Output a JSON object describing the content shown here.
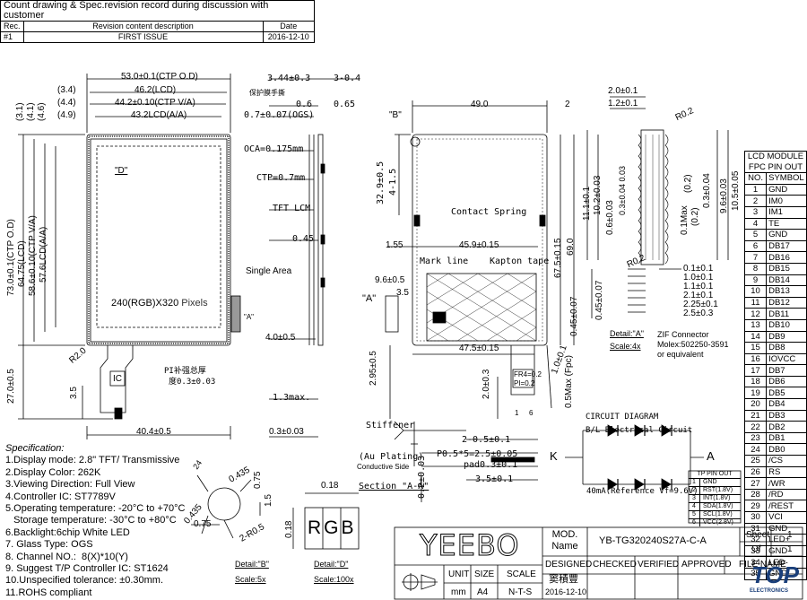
{
  "revision": {
    "title": "Count drawing & Spec.revision record during discussion with customer",
    "headers": [
      "Rec.",
      "Revision content description",
      "Date"
    ],
    "row": [
      "#1",
      "FIRST ISSUE",
      "2016-12-10"
    ]
  },
  "front_view": {
    "dims": [
      "53.0±0.1(CTP O.D)",
      "(3.4)",
      "46.2(LCD)",
      "(4.4)",
      "44.2±0.10(CTP V/A)",
      "(4.9)",
      "43.2LCD(A/A)",
      "(3.1)",
      "(4.1)",
      "(4.6)",
      "73.0±0.1(CTP O.D)",
      "64.75(LCD)",
      "58.6±0.10(CTP V/A)",
      "57.6LCD(A/A)",
      "27.0±0.5",
      "3.5",
      "40.4±0.5",
      "R2.0"
    ],
    "resolution": "240(RGB)X320",
    "pixels": "Pixels",
    "detail_d": "\"D\"",
    "ic": "IC",
    "pi_note_1": "PI补强总厚",
    "pi_note_2": "度0.3±0.03",
    "a_label": "\"A\""
  },
  "side_view": {
    "dims": [
      "3.44±0.3",
      "3-0.4",
      "0.6",
      "0.65",
      "0.7±0.07(OGS)",
      "OCA=0.175mm",
      "CTP=0.7mm",
      "TFT LCM",
      "0.45",
      "Single Area",
      "4.0±0.5",
      "1.3max.",
      "0.3±0.03"
    ],
    "protect_film": "保护膜手撕"
  },
  "back_view": {
    "dims": [
      "\"B\"",
      "49.0",
      "2",
      "32.9±0.5",
      "4-1.5",
      "Contact Spring",
      "1.55",
      "45.9±0.15",
      "67.5±0.15",
      "69.0",
      "Mark line",
      "Kapton tape",
      "9.6±0.5",
      "3.5",
      "\"A\"",
      "0.45±0.07",
      "47.5±0.15",
      "2.95±0.5",
      "2.0±0.3",
      "1.0±0.1",
      "0.5Max (Fpc)",
      "1",
      "6",
      "FR4=0.2",
      "PI=0.2"
    ],
    "stiffener": "Stiffener",
    "au_plating": "(Au Plating)",
    "conductive": "Conductive Side",
    "fpc_dims": [
      "2-0.5±0.1",
      "P0.5*5=2.5±0.05",
      "pad0.3±0.1",
      "3.5±0.1"
    ],
    "section": "Section \"A-A\"",
    "section_dim": "0.2±0.03"
  },
  "detail_a": {
    "dims": [
      "2.0±0.1",
      "1.2±0.1",
      "R0.2",
      "11.1±0.1",
      "10.2±0.03",
      "0.6±0.03",
      "0.3±0.04 0.03",
      "(0.2)",
      "0.1Max",
      "(0.2)",
      "0.3±0.04",
      "9.6±0.03",
      "10.5±0.05",
      "0.45±0.07",
      "R0.2",
      "0.1±0.1",
      "1.0±0.1",
      "1.1±0.1",
      "2.1±0.1",
      "2.25±0.1",
      "2.5±0.3"
    ],
    "label": "Detail:\"A\"",
    "scale": "Scale:4x",
    "zif_1": "ZIF Connector",
    "zif_2": "Molex:502250-3591",
    "zif_3": "or equivalent"
  },
  "pin_table": {
    "title1": "LCD MODULE",
    "title2": "FPC PIN OUT",
    "headers": [
      "NO.",
      "SYMBOL"
    ],
    "pins": [
      [
        "1",
        "GND"
      ],
      [
        "2",
        "IM0"
      ],
      [
        "3",
        "IM1"
      ],
      [
        "4",
        "TE"
      ],
      [
        "5",
        "GND"
      ],
      [
        "6",
        "DB17"
      ],
      [
        "7",
        "DB16"
      ],
      [
        "8",
        "DB15"
      ],
      [
        "9",
        "DB14"
      ],
      [
        "10",
        "DB13"
      ],
      [
        "11",
        "DB12"
      ],
      [
        "12",
        "DB11"
      ],
      [
        "13",
        "DB10"
      ],
      [
        "14",
        "DB9"
      ],
      [
        "15",
        "DB8"
      ],
      [
        "16",
        "IOVCC"
      ],
      [
        "17",
        "DB7"
      ],
      [
        "18",
        "DB6"
      ],
      [
        "19",
        "DB5"
      ],
      [
        "20",
        "DB4"
      ],
      [
        "21",
        "DB3"
      ],
      [
        "22",
        "DB2"
      ],
      [
        "23",
        "DB1"
      ],
      [
        "24",
        "DB0"
      ],
      [
        "25",
        "/CS"
      ],
      [
        "26",
        "RS"
      ],
      [
        "27",
        "/WR"
      ],
      [
        "28",
        "/RD"
      ],
      [
        "29",
        "/REST"
      ],
      [
        "30",
        "VCI"
      ],
      [
        "31",
        "GND"
      ],
      [
        "32",
        "LED+"
      ],
      [
        "33",
        "GND"
      ],
      [
        "34",
        "LED-"
      ],
      [
        "35",
        "GND"
      ]
    ]
  },
  "circuit": {
    "title": "CIRCUIT DIAGRAM",
    "subtitle": "B/L Electrical  Circuit",
    "k": "K",
    "a": "A",
    "note": "40mA(Reference Vf=9.6V)"
  },
  "tp_pins": {
    "header": "TP  PIN  OUT",
    "pins": [
      [
        "1",
        "GND"
      ],
      [
        "2",
        "RST(1.8V)"
      ],
      [
        "3",
        "INT(1.8V)"
      ],
      [
        "4",
        "SDA(1.8V)"
      ],
      [
        "5",
        "SCL(1.8V)"
      ],
      [
        "6",
        "VCC(2.8V)"
      ]
    ]
  },
  "specification": {
    "title": "Specification:",
    "lines": [
      "1.Display mode: 2.8\" TFT/ Transmissive",
      "2.Display Color: 262K",
      "3.Viewing Direction: Full View",
      "4.Controller IC: ST7789V",
      "5.Operating temperature: -20°C to +70°C",
      "   Storage temperature: -30°C to +80°C",
      "6.Backlight:6chip White LED",
      "7. Glass Type: OGS",
      "8. Channel NO.:  8(X)*10(Y)",
      "9. Suggest T/P Controller IC: ST1624",
      "10.Unspecified tolerance: ±0.30mm.",
      "11.ROHS compliant"
    ]
  },
  "detail_b": {
    "dims": [
      "0.435",
      "0.75",
      "1.5",
      "2-R0.5",
      "24",
      "0.435",
      "0.75"
    ],
    "label": "Detail:\"B\"",
    "scale": "Scale:5x"
  },
  "detail_d": {
    "dims": [
      "0.18",
      "0.18"
    ],
    "rgb": "RGB",
    "label": "Detail:\"D\"",
    "scale": "Scale:100x"
  },
  "title_block": {
    "logo": "YEEBO",
    "mod_label": "MOD.\nName",
    "mod_name": "YB-TG320240S27A-C-A",
    "sheet_label": "Sheet",
    "sheet": "1",
    "of_label": "Of",
    "of": "1",
    "designed": "DESIGNED",
    "checked": "CHECKED",
    "verified": "VERIFIED",
    "approved": "APPROVED",
    "file_name": "FILE  NAME",
    "designer": "窦積豐",
    "date": "2016-12-10",
    "unit_label": "UNIT",
    "unit": "mm",
    "size_label": "SIZE",
    "size": "A4",
    "scale_label": "SCALE",
    "scale": "N-T-S",
    "watermark": "TOP",
    "watermark_sub": "ELECTRONICS"
  }
}
